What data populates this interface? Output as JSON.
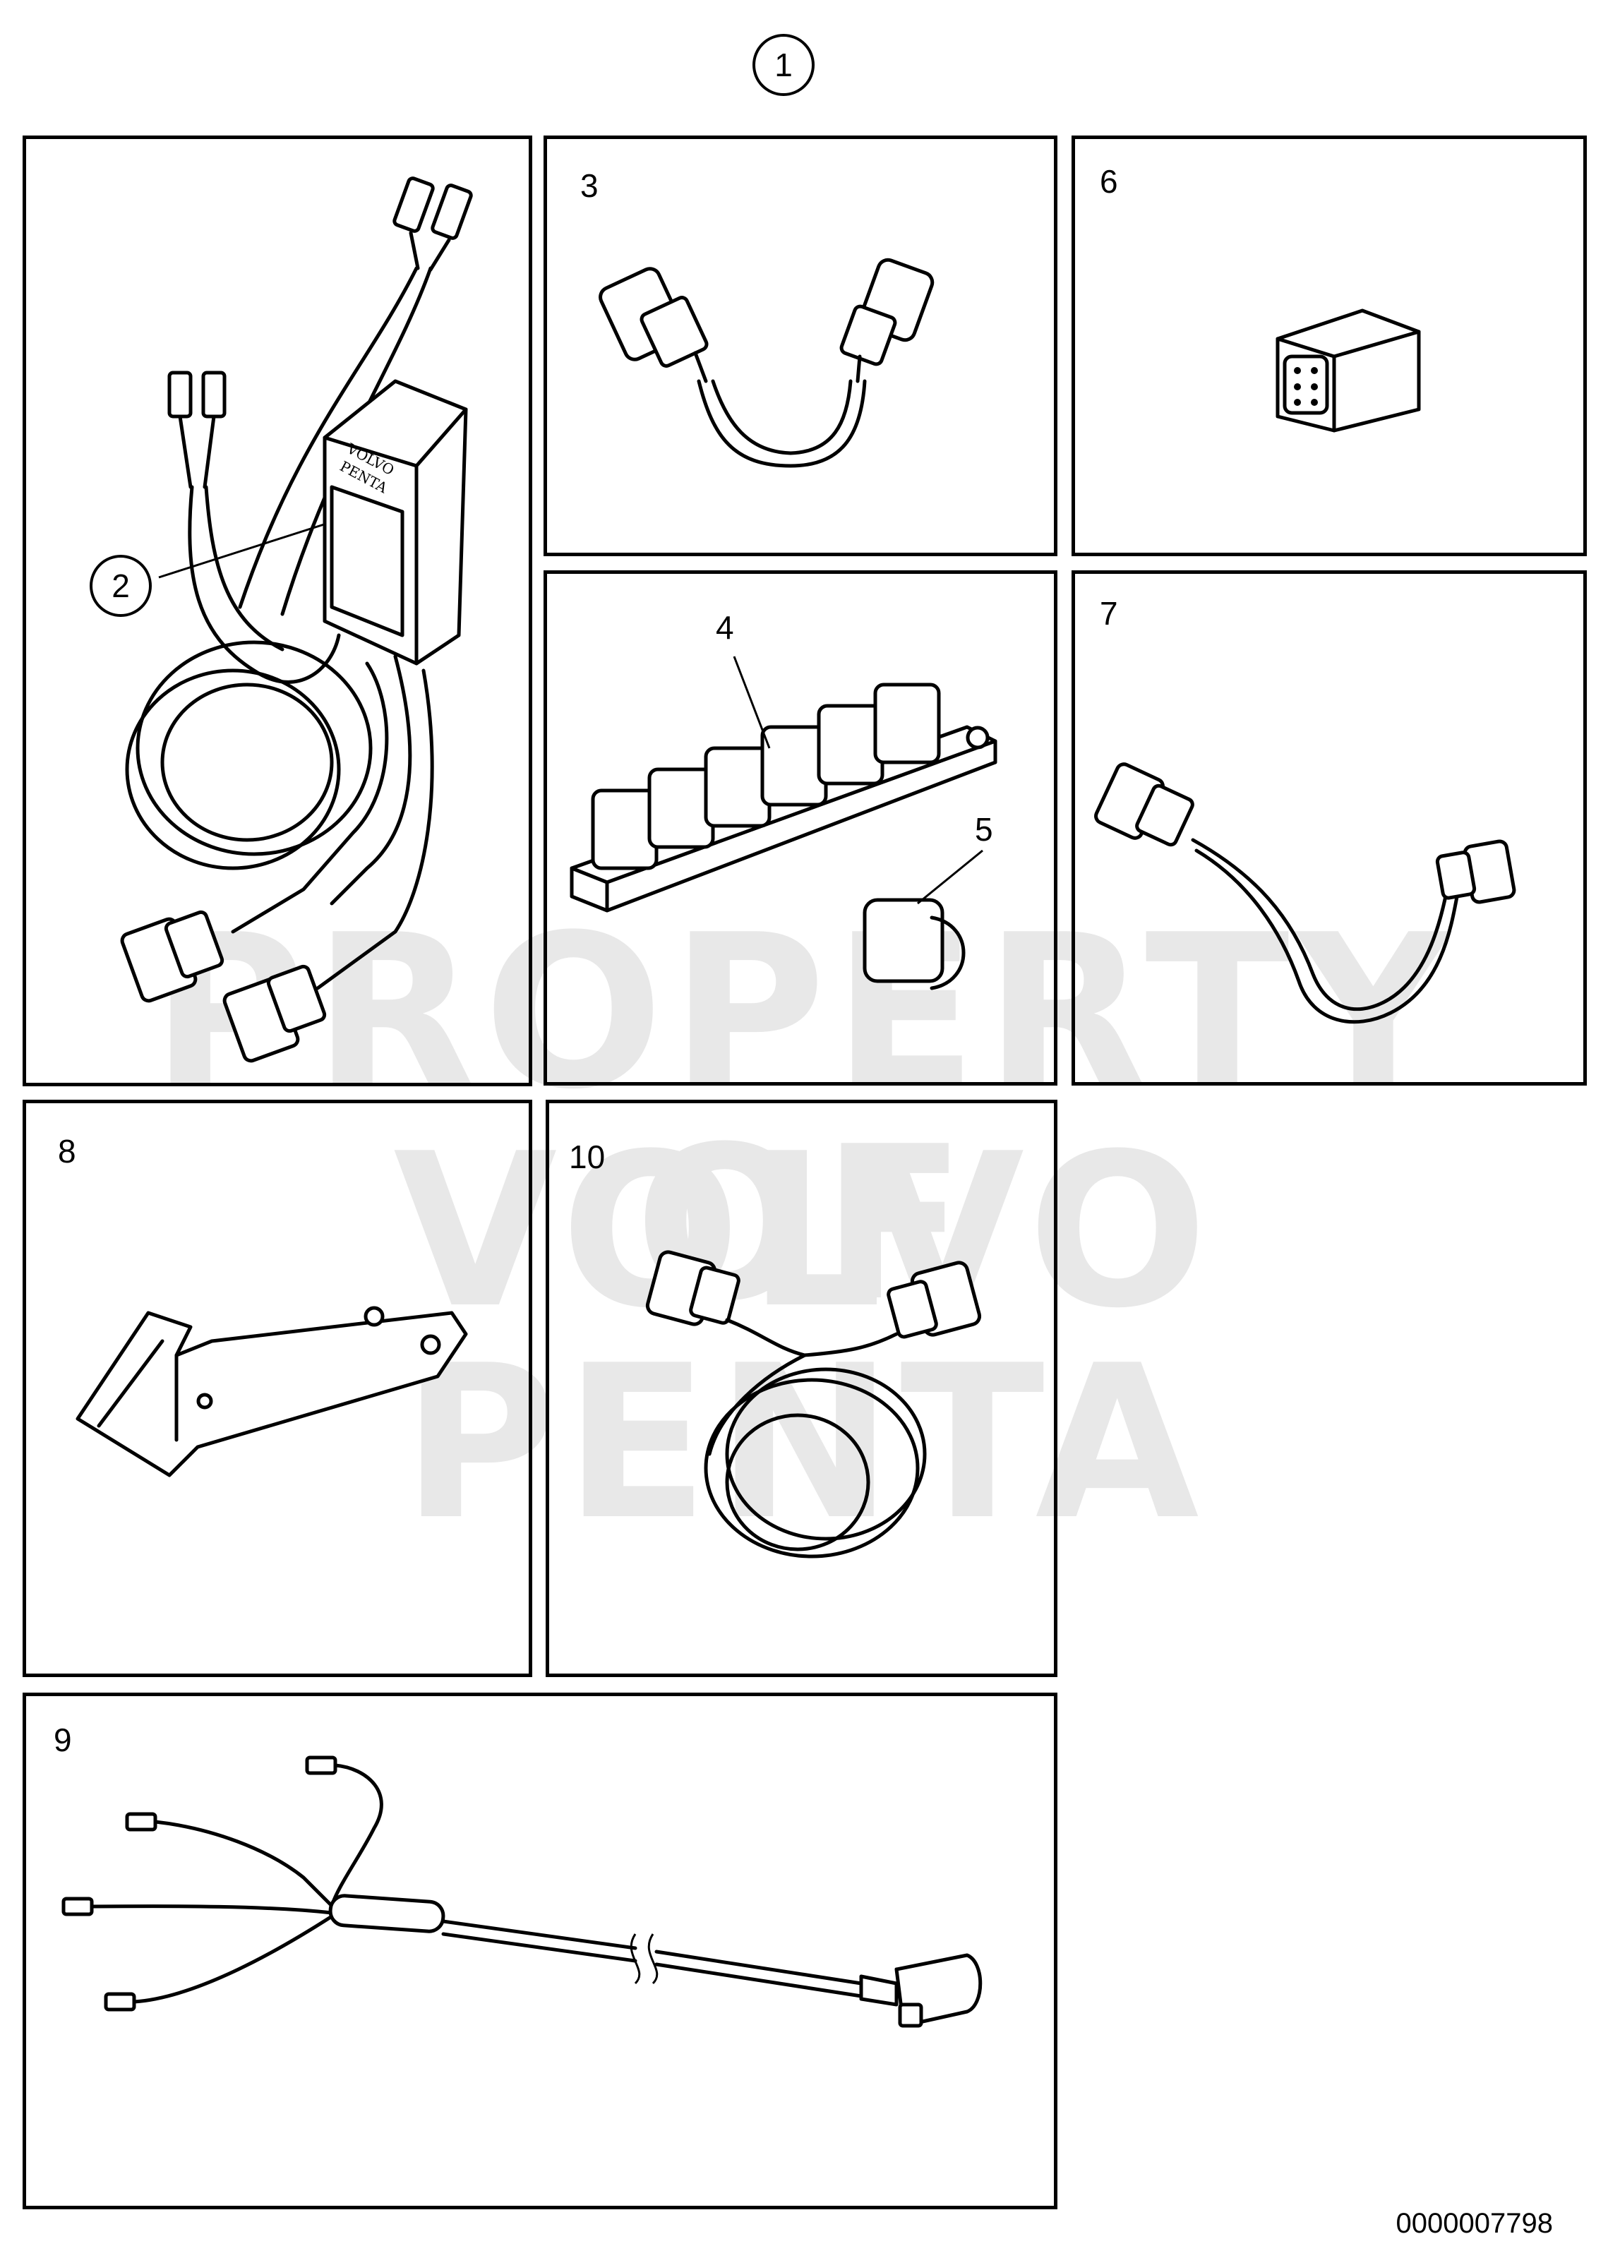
{
  "figure": {
    "main_callout": "1",
    "watermark_lines": [
      "PROPERTY OF",
      "VOLVO PENTA"
    ],
    "document_number": "0000007798",
    "brand_text": [
      "VOLVO",
      "PENTA"
    ]
  },
  "panels": [
    {
      "id": "p1",
      "labels": [
        "2"
      ]
    },
    {
      "id": "p3",
      "labels": [
        "3"
      ]
    },
    {
      "id": "p6",
      "labels": [
        "6"
      ]
    },
    {
      "id": "p4",
      "labels": [
        "4",
        "5"
      ]
    },
    {
      "id": "p7",
      "labels": [
        "7"
      ]
    },
    {
      "id": "p8",
      "labels": [
        "8"
      ]
    },
    {
      "id": "p10",
      "labels": [
        "10"
      ]
    },
    {
      "id": "p9",
      "labels": [
        "9"
      ]
    }
  ]
}
